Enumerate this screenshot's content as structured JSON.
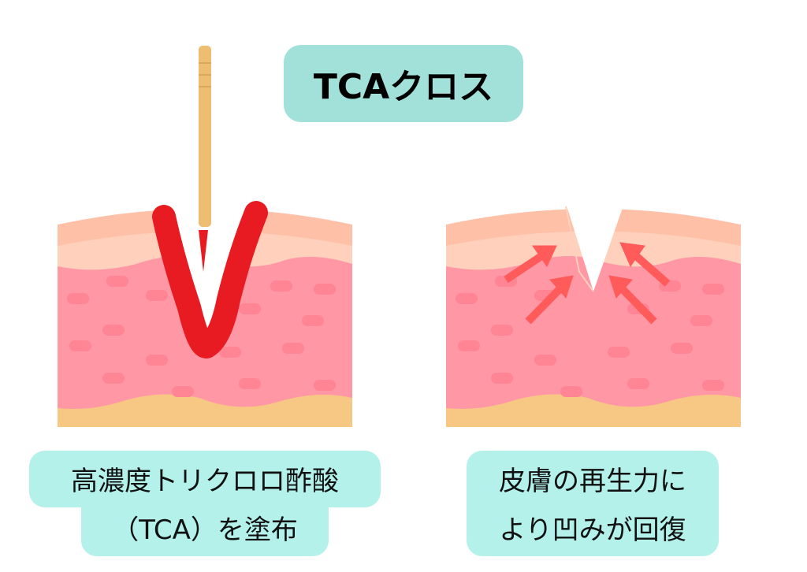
{
  "title": "TCAクロス",
  "left_panel": {
    "caption_line1": "高濃度トリクロロ酢酸",
    "caption_line2": "（TCA）を塗布"
  },
  "right_panel": {
    "caption_line1": "皮膚の再生力に",
    "caption_line2": "より凹みが回復"
  },
  "colors": {
    "title_bg": "#A2E1D9",
    "caption_bg": "#B3F1EA",
    "epidermis": "#FFC0A8",
    "epidermis_inner": "#FFD0BC",
    "dermis": "#FF97A5",
    "cells": "#FF8494",
    "fat": "#F7C784",
    "tca": "#E81A22",
    "arrow": "#FF5B5B",
    "toothpick": "#EDBD72"
  }
}
